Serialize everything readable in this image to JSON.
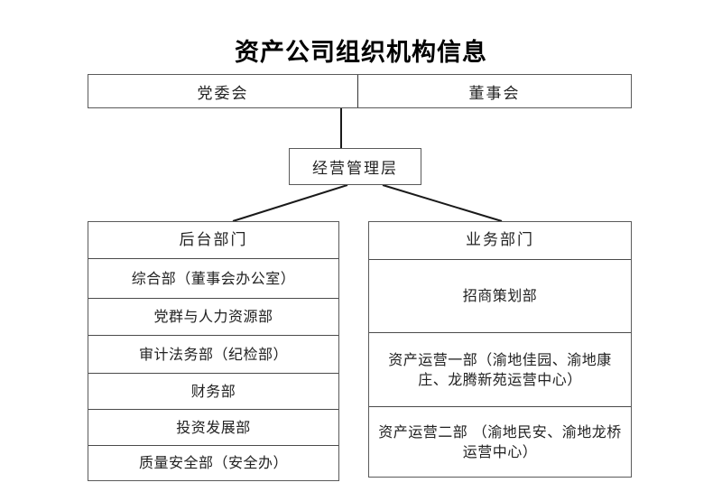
{
  "title": "资产公司组织机构信息",
  "top_row": {
    "left_label": "党委会",
    "right_label": "董事会"
  },
  "management": {
    "label": "经营管理层"
  },
  "back_office": {
    "header": "后台部门",
    "items": [
      "综合部（董事会办公室）",
      "党群与人力资源部",
      "审计法务部（纪检部）",
      "财务部",
      "投资发展部",
      "质量安全部（安全办）"
    ]
  },
  "business": {
    "header": "业务部门",
    "items": [
      "招商策划部",
      "资产运营一部（渝地佳园、渝地康庄、龙腾新苑运营中心）",
      "资产运营二部 （渝地民安、渝地龙桥运营中心）"
    ]
  },
  "colors": {
    "border": "#5a5a5a",
    "divider": "#4a4a4a",
    "text": "#222222",
    "title": "#000000",
    "background": "#ffffff"
  }
}
